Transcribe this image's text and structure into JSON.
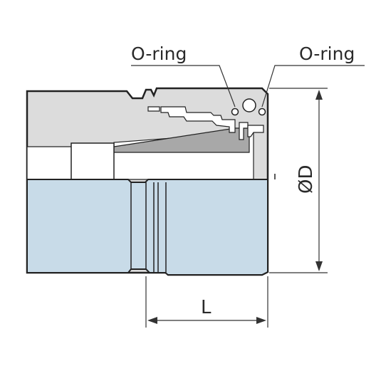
{
  "labels": {
    "oring_left": "O-ring",
    "oring_right": "O-ring",
    "dim_diameter": "ØD",
    "dim_length": "L"
  },
  "colors": {
    "outline": "#222222",
    "body_fill": "#dcdcdc",
    "taper_fill": "#a8a8a8",
    "shaft_fill": "#c8dbe8",
    "bore_fill": "#ffffff",
    "leader": "#333333"
  }
}
